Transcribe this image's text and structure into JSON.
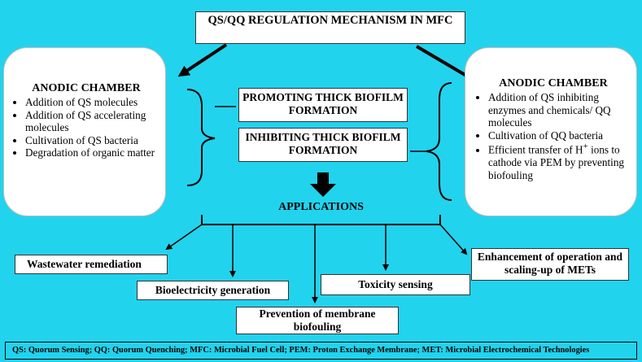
{
  "title": "QS/QQ REGULATION MECHANISM IN MFC",
  "left_chamber": {
    "heading": "ANODIC CHAMBER",
    "items": [
      "Addition of QS molecules",
      "Addition of QS accelerating molecules",
      "Cultivation of QS bacteria",
      "Degradation of organic matter"
    ]
  },
  "right_chamber": {
    "heading": "ANODIC CHAMBER",
    "items": [
      "Addition of QS inhibiting enzymes and chemicals/ QQ molecules",
      "Cultivation of QQ bacteria",
      "Efficient transfer of H",
      "ions to cathode via PEM by preventing biofouling"
    ],
    "superscript": "+"
  },
  "promote": "PROMOTING THICK BIOFILM FORMATION",
  "inhibit": "INHIBITING THICK BIOFILM FORMATION",
  "applications": {
    "heading": "APPLICATIONS",
    "wastewater": "Wastewater remediation",
    "bioelectricity": "Bioelectricity generation",
    "toxicity": "Toxicity sensing",
    "enhancement": "Enhancement of operation and scaling-up of METs",
    "prevention": "Prevention of membrane biofouling"
  },
  "footer": "QS: Quorum Sensing; QQ: Quorum Quenching; MFC: Microbial Fuel Cell; PEM: Proton Exchange Membrane; MET: Microbial Electrochemical Technologies",
  "colors": {
    "background": "#22d3ee",
    "box": "#ffffff",
    "lines": "#000000"
  }
}
